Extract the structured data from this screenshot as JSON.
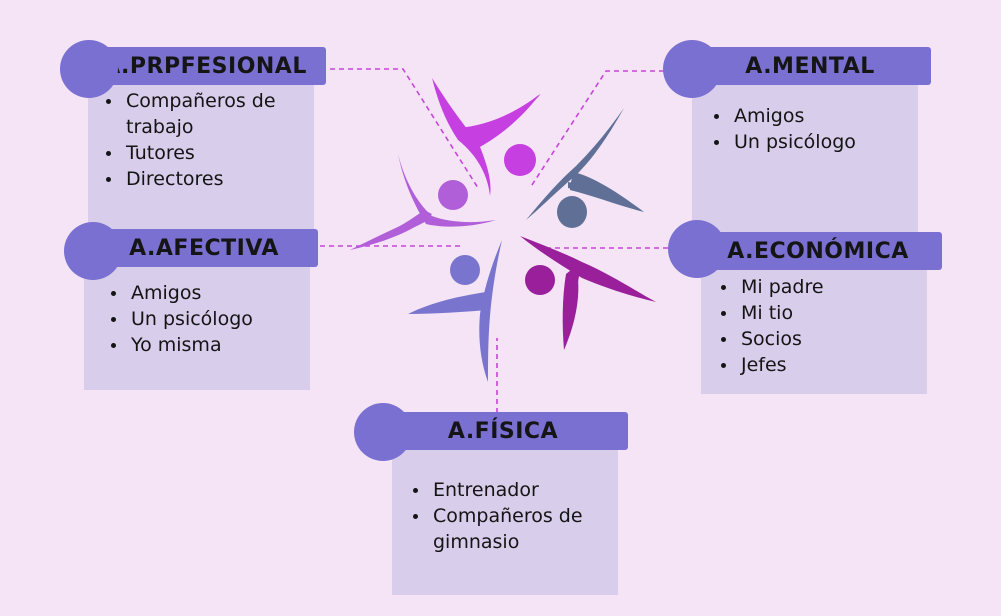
{
  "diagram": {
    "colors": {
      "background": "#f4e4f6",
      "tab": "#7a70d2",
      "box": "#d8cdea",
      "connector": "#c645d8",
      "figures": [
        "#c63fe0",
        "#5f6f96",
        "#b15fd9",
        "#9a1f9a",
        "#7975cf"
      ]
    },
    "profesional": {
      "title": "A.PRPFESIONAL",
      "items": [
        "Compañeros de trabajo",
        "Tutores",
        "Directores"
      ]
    },
    "mental": {
      "title": "A.MENTAL",
      "items": [
        "Amigos",
        "Un psicólogo"
      ]
    },
    "afectiva": {
      "title": "A.AFECTIVA",
      "items": [
        "Amigos",
        "Un psicólogo",
        "Yo misma"
      ]
    },
    "economica": {
      "title": "A.ECONÓMICA",
      "items": [
        "Mi padre",
        "Mi tio",
        "Socios",
        "Jefes"
      ]
    },
    "fisica": {
      "title": "A.FÍSICA",
      "items": [
        "Entrenador",
        "Compañeros de gimnasio"
      ]
    }
  }
}
